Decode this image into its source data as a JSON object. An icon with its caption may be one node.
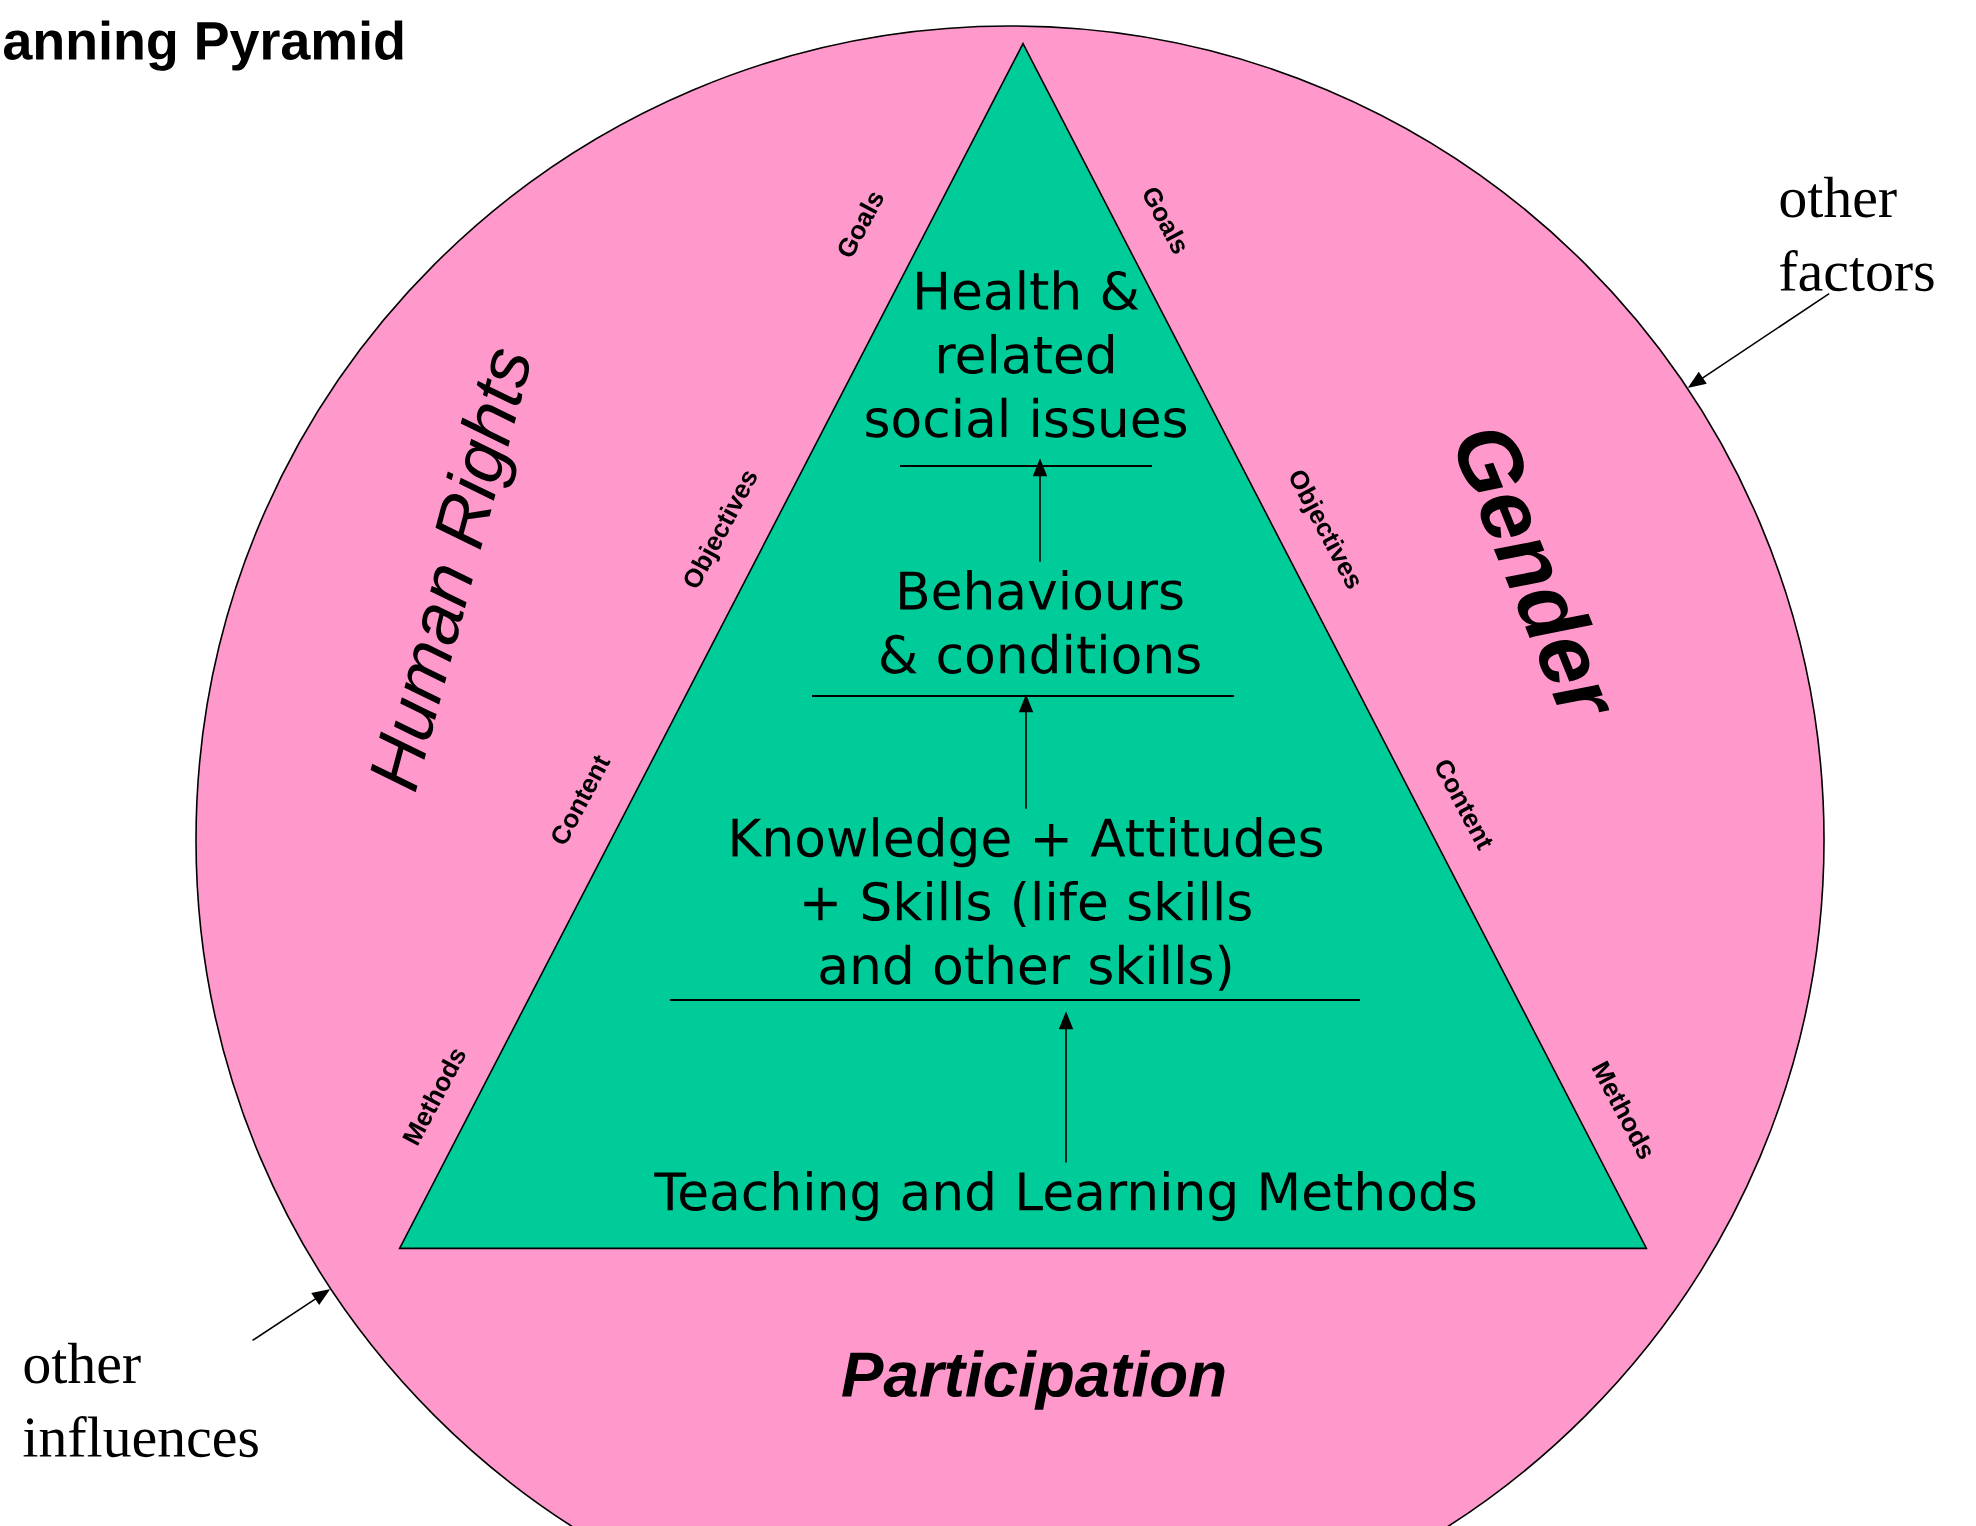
{
  "diagram": {
    "title": "anning Pyramid",
    "nodes": [
      {
        "text": [
          "Human Rights",
          "Gender",
          "Participation"
        ]
      },
      {
        "text": [],
        "shape": "triangle",
        "in": 0
      },
      {
        "text": [
          "Health & related social issues"
        ],
        "in": 1
      },
      {
        "text": [
          "Behaviours & conditions"
        ],
        "in": 1
      },
      {
        "text": [
          "Knowledge + Attitudes + Skills (life skills and other skills)"
        ],
        "in": 1
      },
      {
        "text": [
          "Teaching and Learning Methods"
        ],
        "in": 1
      },
      {
        "text": [
          "other factors"
        ]
      },
      {
        "text": [
          "other influences"
        ]
      }
    ],
    "edges": [
      {
        "from": 5,
        "to": 4,
        "arrow": "to"
      },
      {
        "from": 4,
        "to": 3,
        "arrow": "to"
      },
      {
        "from": 3,
        "to": 2,
        "arrow": "to"
      },
      {
        "from": 6,
        "to": 0,
        "arrow": "to"
      },
      {
        "from": 7,
        "to": 0,
        "arrow": "to"
      }
    ],
    "labels": [
      "Goals",
      "Goals",
      "Objectives",
      "Objectives",
      "Content",
      "Content",
      "Methods",
      "Methods"
    ]
  }
}
